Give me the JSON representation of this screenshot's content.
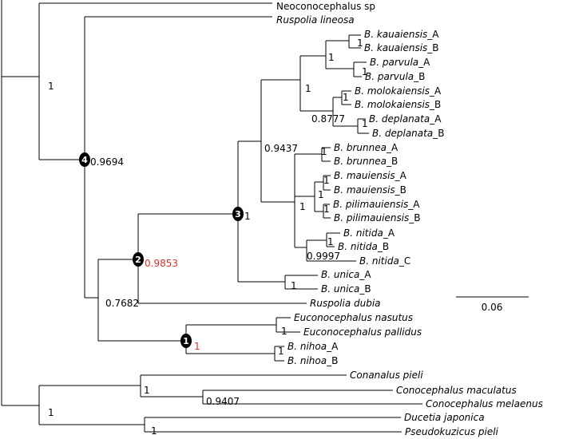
{
  "tips": [
    {
      "id": "neoconocephalus",
      "italic": "",
      "normal": "Neoconocephalus sp"
    },
    {
      "id": "ruspolia-lineosa",
      "italic": "Ruspolia lineosa",
      "normal": ""
    },
    {
      "id": "kauaiensis-a",
      "italic": "B. kauaiensis",
      "normal": "_A"
    },
    {
      "id": "kauaiensis-b",
      "italic": "B. kauaiensis",
      "normal": "_B"
    },
    {
      "id": "parvula-a",
      "italic": "B. parvula",
      "normal": "_A"
    },
    {
      "id": "parvula-b",
      "italic": "B. parvula",
      "normal": "_B"
    },
    {
      "id": "molokaiensis-a",
      "italic": "B. molokaiensis",
      "normal": "_A"
    },
    {
      "id": "molokaiensis-b",
      "italic": "B. molokaiensis",
      "normal": "_B"
    },
    {
      "id": "deplanata-a",
      "italic": "B. deplanata",
      "normal": "_A"
    },
    {
      "id": "deplanata-b",
      "italic": "B. deplanata",
      "normal": "_B"
    },
    {
      "id": "brunnea-a",
      "italic": "B. brunnea",
      "normal": "_A"
    },
    {
      "id": "brunnea-b",
      "italic": "B. brunnea",
      "normal": "_B"
    },
    {
      "id": "mauiensis-a",
      "italic": "B. mauiensis",
      "normal": "_A"
    },
    {
      "id": "mauiensis-b",
      "italic": "B. mauiensis",
      "normal": "_B"
    },
    {
      "id": "pilimauiensis-a",
      "italic": "B. pilimauiensis",
      "normal": "_A"
    },
    {
      "id": "pilimauiensis-b",
      "italic": "B. pilimauiensis",
      "normal": "_B"
    },
    {
      "id": "nitida-a",
      "italic": "B. nitida",
      "normal": "_A"
    },
    {
      "id": "nitida-b",
      "italic": "B. nitida",
      "normal": "_B"
    },
    {
      "id": "nitida-c",
      "italic": "B. nitida",
      "normal": "_C"
    },
    {
      "id": "unica-a",
      "italic": "B. unica",
      "normal": "_A"
    },
    {
      "id": "unica-b",
      "italic": "B. unica",
      "normal": "_B"
    },
    {
      "id": "ruspolia-dubia",
      "italic": "Ruspolia dubia",
      "normal": ""
    },
    {
      "id": "euconocephalus-nasutus",
      "italic": "Euconocephalus nasutus",
      "normal": ""
    },
    {
      "id": "euconocephalus-pallidus",
      "italic": "Euconocephalus pallidus",
      "normal": ""
    },
    {
      "id": "nihoa-a",
      "italic": "B. nihoa",
      "normal": "_A"
    },
    {
      "id": "nihoa-b",
      "italic": "B. nihoa",
      "normal": "_B"
    },
    {
      "id": "conanalus-pieli",
      "italic": "Conanalus pieli",
      "normal": ""
    },
    {
      "id": "conocephalus-maculatus",
      "italic": "Conocephalus maculatus",
      "normal": ""
    },
    {
      "id": "conocephalus-melaenus",
      "italic": "Conocephalus melaenus",
      "normal": ""
    },
    {
      "id": "ducetia-japonica",
      "italic": "Ducetia japonica",
      "normal": ""
    },
    {
      "id": "pseudokuzicus-pieli",
      "italic": "Pseudokuzicus pieli",
      "normal": ""
    }
  ],
  "supports": [
    {
      "id": "support-outgroup-split",
      "value": "1",
      "color": ""
    },
    {
      "id": "support-node-4",
      "value": "0.9694",
      "color": ""
    },
    {
      "id": "support-kauaiensis-parvula",
      "value": "1",
      "color": ""
    },
    {
      "id": "support-kauaiensis",
      "value": "1",
      "color": ""
    },
    {
      "id": "support-parvula",
      "value": "1",
      "color": ""
    },
    {
      "id": "support-kaua-molo",
      "value": "1",
      "color": ""
    },
    {
      "id": "support-molokaiensis",
      "value": "1",
      "color": ""
    },
    {
      "id": "support-molo-deplanata",
      "value": "0.8777",
      "color": ""
    },
    {
      "id": "support-deplanata",
      "value": "1",
      "color": ""
    },
    {
      "id": "support-upper-clade",
      "value": "0.9437",
      "color": ""
    },
    {
      "id": "support-brunnea",
      "value": "1",
      "color": ""
    },
    {
      "id": "support-mauiensis",
      "value": "1",
      "color": ""
    },
    {
      "id": "support-maui-pili",
      "value": "1",
      "color": ""
    },
    {
      "id": "support-pilimauiensis",
      "value": "1",
      "color": ""
    },
    {
      "id": "support-maui-pili-group",
      "value": "1",
      "color": ""
    },
    {
      "id": "support-nitida-ab",
      "value": "1",
      "color": ""
    },
    {
      "id": "support-nitida",
      "value": "0.9997",
      "color": ""
    },
    {
      "id": "support-node-3",
      "value": "1",
      "color": ""
    },
    {
      "id": "support-unica",
      "value": "1",
      "color": ""
    },
    {
      "id": "support-node-2",
      "value": "0.9853",
      "color": "#d7322c"
    },
    {
      "id": "support-node-5",
      "value": "0.7682",
      "color": ""
    },
    {
      "id": "support-euconocephalus",
      "value": "1",
      "color": ""
    },
    {
      "id": "support-nihoa",
      "value": "1",
      "color": ""
    },
    {
      "id": "support-node-1",
      "value": "1",
      "color": "#d7322c"
    },
    {
      "id": "support-conocephalus-pair",
      "value": "0.9407",
      "color": ""
    },
    {
      "id": "support-conanalus-group",
      "value": "1",
      "color": ""
    },
    {
      "id": "support-ducetia-pseudokuzicus",
      "value": "1",
      "color": ""
    },
    {
      "id": "support-lower-clade",
      "value": "1",
      "color": ""
    }
  ],
  "markers": [
    {
      "id": "node-marker-1",
      "label": "1"
    },
    {
      "id": "node-marker-2",
      "label": "2"
    },
    {
      "id": "node-marker-3",
      "label": "3"
    },
    {
      "id": "node-marker-4",
      "label": "4"
    }
  ],
  "scale": {
    "label": "0.06"
  }
}
